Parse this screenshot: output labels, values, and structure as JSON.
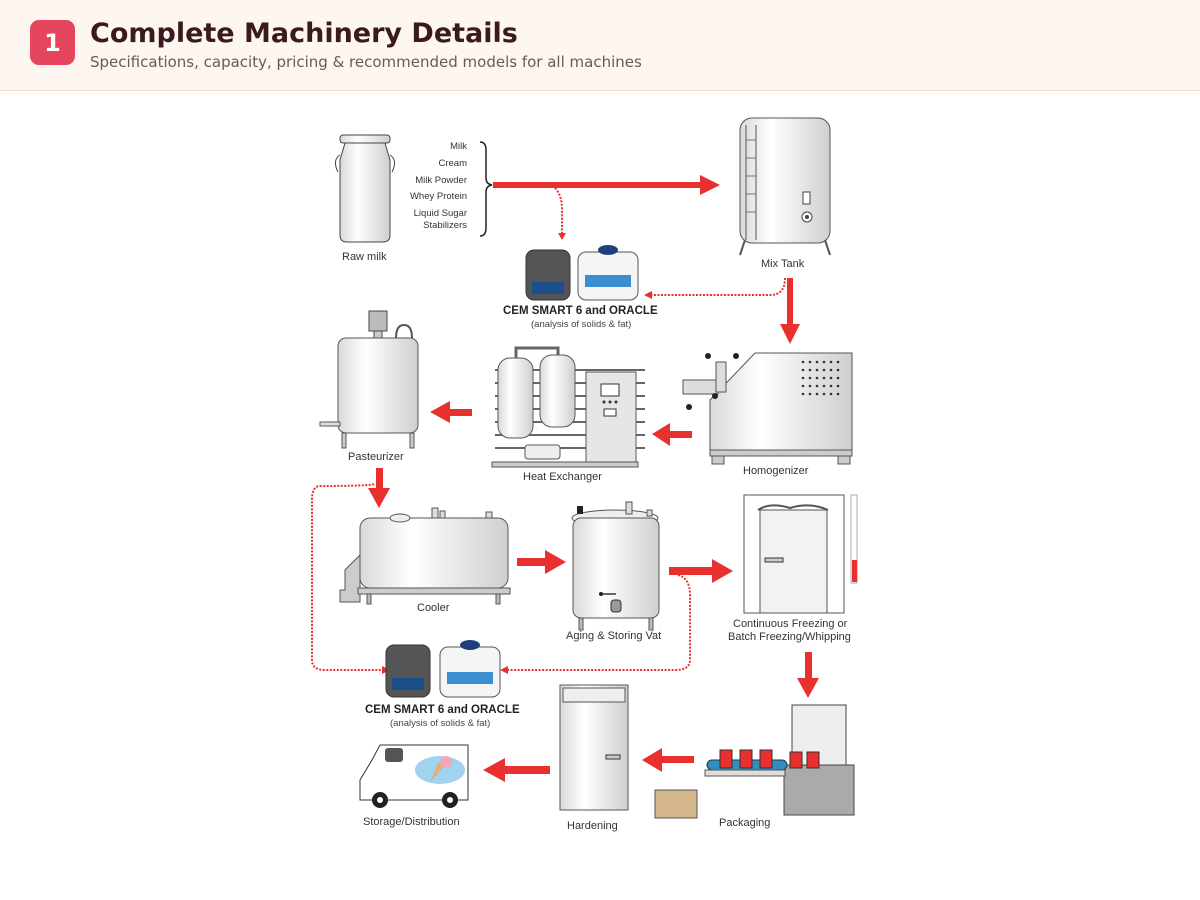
{
  "header": {
    "step_number": "1",
    "title": "Complete Machinery Details",
    "subtitle": "Specifications, capacity, pricing & recommended models for all machines"
  },
  "diagram": {
    "ingredients": [
      "Milk",
      "Cream",
      "Milk Powder",
      "Whey Protein",
      "Liquid Sugar",
      "Stabilizers"
    ],
    "stages": {
      "raw_milk": "Raw milk",
      "mix_tank": "Mix Tank",
      "pasteurizer": "Pasteurizer",
      "heat_exchanger": "Heat Exchanger",
      "homogenizer": "Homogenizer",
      "cooler": "Cooler",
      "aging_vat": "Aging & Storing Vat",
      "freezing_line1": "Continuous Freezing or",
      "freezing_line2": "Batch Freezing/Whipping",
      "hardening": "Hardening",
      "packaging": "Packaging",
      "storage": "Storage/Distribution"
    },
    "analyzer": {
      "title": "CEM SMART 6 and ORACLE",
      "subtitle": "(analysis of solids & fat)"
    },
    "colors": {
      "arrow": "#e8302f",
      "accent_badge": "#e5455d"
    }
  }
}
